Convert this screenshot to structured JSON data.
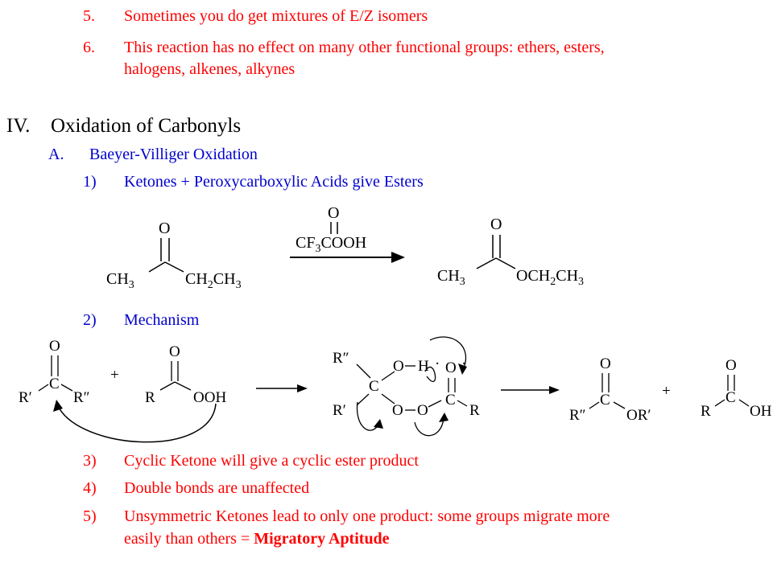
{
  "items": [
    {
      "num": "5.",
      "text": "Sometimes you do get mixtures of E/Z isomers"
    },
    {
      "num": "6.",
      "text": "This reaction has no effect on many other functional groups:  ethers, esters,",
      "text2": "halogens, alkenes, alkynes"
    }
  ],
  "section": {
    "num": "IV.",
    "title": "Oxidation of Carbonyls"
  },
  "subsection": {
    "num": "A.",
    "title": "Baeyer-Villiger Oxidation"
  },
  "points": [
    {
      "num": "1)",
      "text": "Ketones + Peroxycarboxylic Acids give Esters"
    },
    {
      "num": "2)",
      "text": "Mechanism"
    },
    {
      "num": "3)",
      "text": "Cyclic Ketone will give a cyclic ester product"
    },
    {
      "num": "4)",
      "text": "Double bonds are unaffected"
    },
    {
      "num": "5)",
      "text": "Unsymmetric Ketones lead to only one product:  some groups migrate more",
      "text2_prefix": "easily than others = ",
      "text2_bold": "Migratory Aptitude"
    }
  ],
  "reaction": {
    "reagent": "CF3COOH",
    "reactant_left": "CH3",
    "reactant_right": "CH2CH3",
    "product_left": "CH3",
    "product_right": "OCH2CH3",
    "oxygen": "O"
  },
  "mechanism": {
    "r_prime": "R′",
    "r_dprime": "R″",
    "r": "R",
    "ooh": "OOH",
    "or_prime": "OR′",
    "oh": "OH",
    "plus": "+",
    "carbon": "C",
    "oxygen": "O",
    "hydrogen": "H"
  }
}
